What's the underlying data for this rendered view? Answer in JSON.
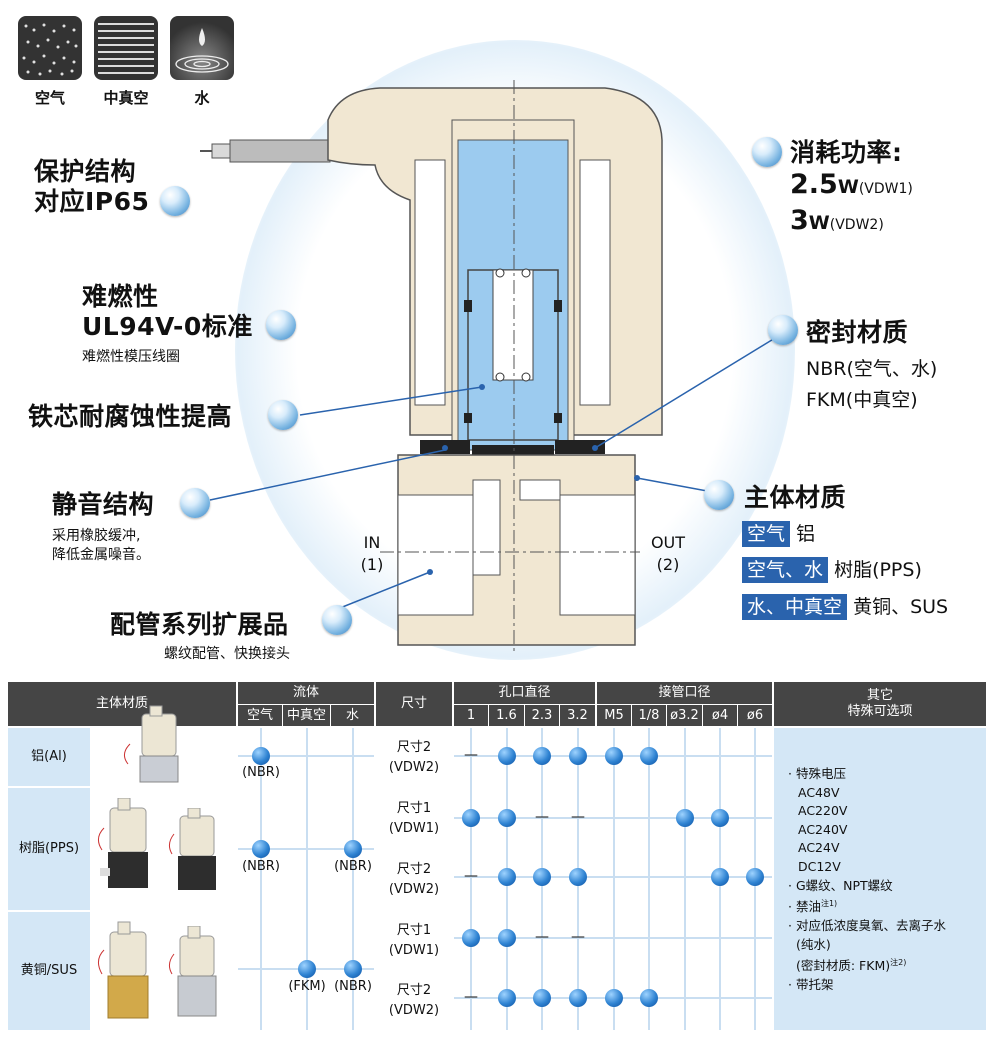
{
  "media_icons": [
    {
      "label": "空气",
      "icon": "air-icon"
    },
    {
      "label": "中真空",
      "icon": "vacuum-icon"
    },
    {
      "label": "水",
      "icon": "water-icon"
    }
  ],
  "features": {
    "ip65": {
      "line1": "保护结构",
      "line2": "对应IP65"
    },
    "flame": {
      "line1": "难燃性",
      "line2": "UL94V-0标准",
      "sub": "难燃性模压线圈"
    },
    "core": {
      "title": "铁芯耐腐蚀性提高"
    },
    "quiet": {
      "title": "静音结构",
      "sub1": "采用橡胶缓冲,",
      "sub2": "降低金属噪音。"
    },
    "piping": {
      "title": "配管系列扩展品",
      "sub": "螺纹配管、快换接头"
    },
    "power": {
      "title": "消耗功率:",
      "v1": "2.5",
      "u1": "W",
      "m1": "(VDW1)",
      "v2": "3",
      "u2": "W",
      "m2": "(VDW2)"
    },
    "seal": {
      "title": "密封材质",
      "l1": "NBR(空气、水)",
      "l2": "FKM(中真空)"
    },
    "body": {
      "title": "主体材质",
      "rows": [
        {
          "tag": "空气",
          "mat": "铝"
        },
        {
          "tag": "空气、水",
          "mat": "树脂(PPS)"
        },
        {
          "tag": "水、中真空",
          "mat": "黄铜、SUS"
        }
      ]
    }
  },
  "ports": {
    "in1": "IN",
    "in2": "(1)",
    "out1": "OUT",
    "out2": "(2)"
  },
  "table": {
    "headers": {
      "body": "主体材质",
      "fluid": "流体",
      "air": "空气",
      "vac": "中真空",
      "water": "水",
      "size": "尺寸",
      "orifice": "孔口直径",
      "o1": "1",
      "o2": "1.6",
      "o3": "2.3",
      "o4": "3.2",
      "port": "接管口径",
      "p1": "M5",
      "p2": "1/8",
      "p3": "ø3.2",
      "p4": "ø4",
      "p5": "ø6",
      "other1": "其它",
      "other2": "特殊可选项"
    },
    "materials": [
      "铝(Al)",
      "树脂(PPS)",
      "黄铜/SUS"
    ],
    "nbr": "(NBR)",
    "fkm": "(FKM)",
    "dash": "—",
    "sizes": [
      {
        "l1": "尺寸2",
        "l2": "(VDW2)"
      },
      {
        "l1": "尺寸1",
        "l2": "(VDW1)"
      },
      {
        "l1": "尺寸2",
        "l2": "(VDW2)"
      },
      {
        "l1": "尺寸1",
        "l2": "(VDW1)"
      },
      {
        "l1": "尺寸2",
        "l2": "(VDW2)"
      }
    ],
    "options": [
      "· 特殊电压",
      "AC48V",
      "AC220V",
      "AC240V",
      "AC24V",
      "DC12V",
      "· G螺纹、NPT螺纹",
      "· 禁油",
      "· 对应低浓度臭氧、去离子水",
      "(纯水)",
      "(密封材质: FKM)",
      "· 带托架"
    ],
    "notes": {
      "n1": "注1)",
      "n2": "注2)"
    }
  },
  "colors": {
    "accent": "#2a63ad",
    "header": "#454545",
    "body_shell": "#f1e7d2",
    "fluid": "#9ccbef"
  }
}
